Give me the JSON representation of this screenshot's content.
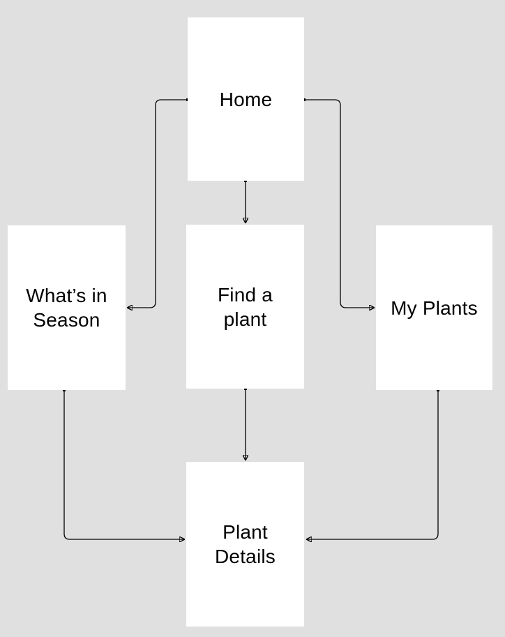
{
  "nodes": [
    {
      "id": "home",
      "label": "Home"
    },
    {
      "id": "whats-in-season",
      "label": "What’s in\nSeason"
    },
    {
      "id": "find-a-plant",
      "label": "Find a\nplant"
    },
    {
      "id": "my-plants",
      "label": "My Plants"
    },
    {
      "id": "plant-details",
      "label": "Plant\nDetails"
    }
  ],
  "edges": [
    {
      "from": "Home",
      "to": "What’s in Season"
    },
    {
      "from": "Home",
      "to": "Find a plant"
    },
    {
      "from": "Home",
      "to": "My Plants"
    },
    {
      "from": "What’s in Season",
      "to": "Plant Details"
    },
    {
      "from": "Find a plant",
      "to": "Plant Details"
    },
    {
      "from": "My Plants",
      "to": "Plant Details"
    }
  ],
  "colors": {
    "background": "#e0e0e0",
    "node_fill": "#ffffff",
    "connector": "#000000",
    "text": "#000000"
  }
}
